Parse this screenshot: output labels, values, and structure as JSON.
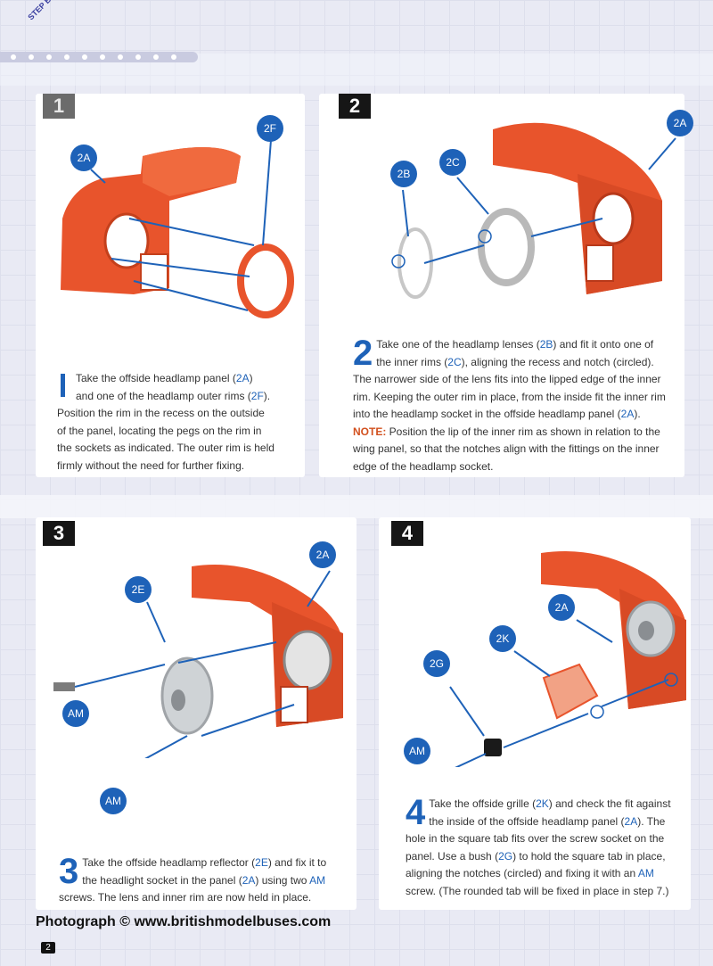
{
  "header": {
    "section_tag": "STEP BY STEP"
  },
  "steps": [
    {
      "number": "1",
      "callouts": [
        "2F",
        "2A"
      ],
      "drop": "I",
      "text_runs": [
        {
          "t": "Take the offside headlamp panel ("
        },
        {
          "t": "2A",
          "hl": true
        },
        {
          "t": ")\nand one of the headlamp outer rims ("
        },
        {
          "t": "2F",
          "hl": true
        },
        {
          "t": ").\nPosition the rim in the recess on the outside\nof the panel, locating the pegs on the rim in\nthe sockets as indicated. The outer rim is held\nfirmly without the need for further fixing."
        }
      ]
    },
    {
      "number": "2",
      "callouts": [
        "2A",
        "2B",
        "2C"
      ],
      "drop": "2",
      "text_runs": [
        {
          "t": "Take one of the headlamp lenses ("
        },
        {
          "t": "2B",
          "hl": true
        },
        {
          "t": ") and fit it onto one of\nthe inner rims ("
        },
        {
          "t": "2C",
          "hl": true
        },
        {
          "t": "), aligning the recess and notch (circled).\nThe narrower side of the lens fits into the lipped edge of the inner\nrim. Keeping the outer rim in place, from the inside fit the inner rim\ninto the headlamp socket in the offside headlamp panel ("
        },
        {
          "t": "2A",
          "hl": true
        },
        {
          "t": ").\n"
        },
        {
          "t": "NOTE:",
          "note": true
        },
        {
          "t": " Position the lip of the inner rim as shown in relation to the\nwing panel, so that the notches align with the fittings on the inner\nedge of the headlamp socket."
        }
      ]
    },
    {
      "number": "3",
      "callouts": [
        "2A",
        "2E",
        "AM",
        "AM"
      ],
      "drop": "3",
      "text_runs": [
        {
          "t": "Take the offside headlamp reflector ("
        },
        {
          "t": "2E",
          "hl": true
        },
        {
          "t": ") and fix it to\nthe headlight socket in the panel ("
        },
        {
          "t": "2A",
          "hl": true
        },
        {
          "t": ") using two "
        },
        {
          "t": "AM",
          "hl": true
        },
        {
          "t": "\nscrews. The lens and inner rim are now held in place."
        }
      ]
    },
    {
      "number": "4",
      "callouts": [
        "2A",
        "2K",
        "2G",
        "AM"
      ],
      "drop": "4",
      "text_runs": [
        {
          "t": "Take the offside grille ("
        },
        {
          "t": "2K",
          "hl": true
        },
        {
          "t": ") and check the fit against\nthe inside of the offside headlamp panel ("
        },
        {
          "t": "2A",
          "hl": true
        },
        {
          "t": "). The\nhole in the square tab fits over the screw socket on the\npanel. Use a bush ("
        },
        {
          "t": "2G",
          "hl": true
        },
        {
          "t": ") to hold the square tab in place,\naligning the notches (circled) and fixing it with an "
        },
        {
          "t": "AM",
          "hl": true
        },
        {
          "t": "\nscrew. (The rounded tab will be fixed in place in step 7.)"
        }
      ]
    }
  ],
  "footer": {
    "credit": "Photograph © www.britishmodelbuses.com",
    "page_number": "2"
  },
  "colors": {
    "accent": "#1e62b8",
    "note": "#d2501e",
    "part": "#e8542c"
  }
}
